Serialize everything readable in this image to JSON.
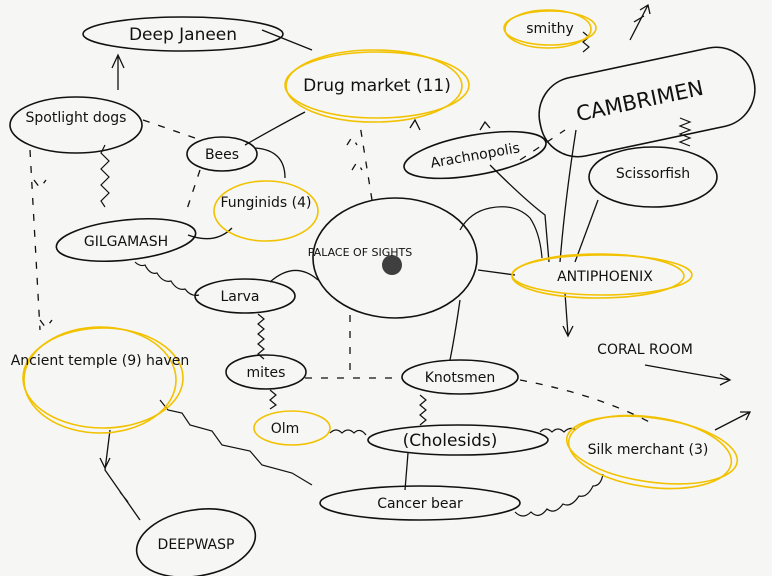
{
  "nodes": {
    "deep_janeen": "Deep Janeen",
    "drug_market": "Drug market (11)",
    "smithy": "smithy",
    "cambrimen": "CAMBRIMEN",
    "spotlight_dogs": "Spotlight dogs",
    "bees": "Bees",
    "arachnopolis": "Arachnopolis",
    "scissorfish": "Scissorfish",
    "funginids": "Funginids (4)",
    "gilgamash": "GILGAMASH",
    "palace": "PALACE OF SIGHTS",
    "antiphoenix": "ANTIPHOENIX",
    "larva": "Larva",
    "coral_room": "CORAL ROOM",
    "ancient_temple": "Ancient temple (9) haven",
    "mites": "mites",
    "knotsmen": "Knotsmen",
    "olm": "Olm",
    "cholesids": "(Cholesids)",
    "silk_merchant": "Silk merchant (3)",
    "cancer_bear": "Cancer bear",
    "deepwasp": "DEEPWASP"
  },
  "colors": {
    "ink": "#111111",
    "highlight": "#f2c200",
    "paper": "#f6f6f4"
  }
}
